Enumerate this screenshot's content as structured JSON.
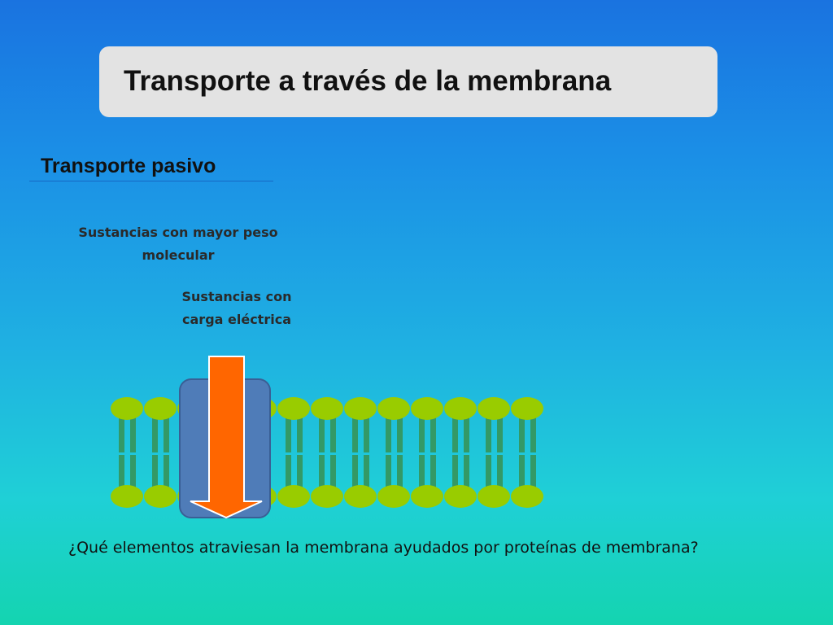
{
  "title": "Transporte a través de la membrana",
  "subtitle": "Transporte pasivo",
  "labels": {
    "heavy_molecules": "Sustancias con mayor peso molecular",
    "charged_substances": "Sustancias con carga eléctrica"
  },
  "question": "¿Qué elementos atraviesan la membrana ayudados por proteínas de membrana?",
  "colors": {
    "phospholipid_head": "#99cc00",
    "phospholipid_tail": "#339966",
    "channel_protein": "#4f7cb8",
    "transport_arrow": "#ff6600"
  },
  "diagram": {
    "phospholipid_count": 13,
    "protein_channel_index": 2
  }
}
